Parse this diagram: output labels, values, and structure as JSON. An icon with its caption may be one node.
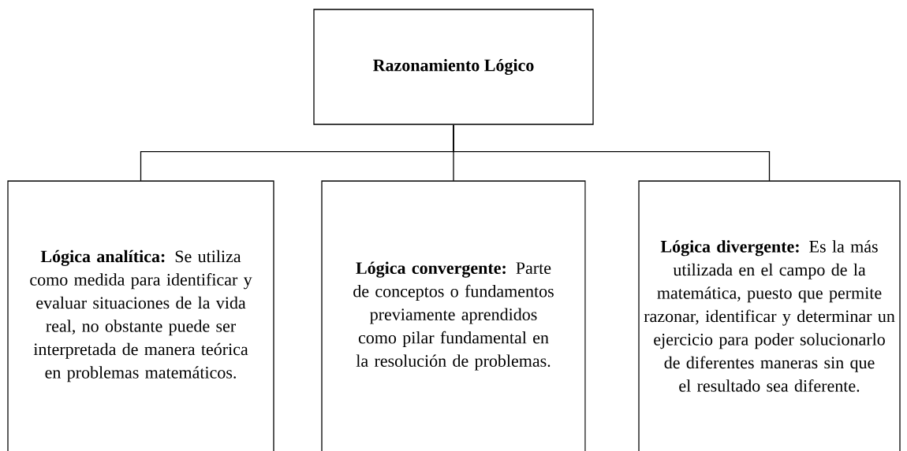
{
  "diagram": {
    "nodes": [
      {
        "text": [
          "Razonamiento Lógico"
        ]
      },
      {
        "text": [
          "**Lógica analítica:** Se utiliza como medida para identificar y evaluar situaciones de la vida real, no obstante puede ser interpretada de manera teórica en problemas matemáticos."
        ]
      },
      {
        "text": [
          "**Lógica convergente:** Parte de conceptos o fundamentos previamente aprendidos como pilar fundamental en la resolución de problemas."
        ]
      },
      {
        "text": [
          "**Lógica divergente:** Es la más utilizada en el campo de la matemática, puesto que permite razonar, identificar y determinar un ejercicio para poder solucionarlo de diferentes maneras sin que el resultado sea diferente."
        ]
      }
    ],
    "edges": [
      {
        "from": 0,
        "to": 1,
        "arrow": "none"
      },
      {
        "from": 0,
        "to": 2,
        "arrow": "none"
      },
      {
        "from": 0,
        "to": 3,
        "arrow": "none"
      }
    ]
  }
}
